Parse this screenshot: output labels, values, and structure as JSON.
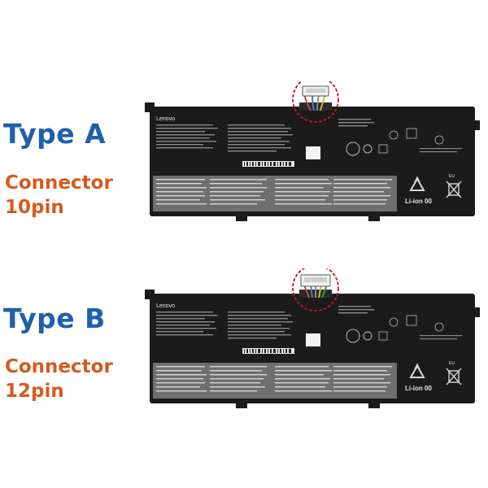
{
  "variants": [
    {
      "type_label": "Type A",
      "connector_label": "Connector",
      "pin_label": "10pin",
      "brand": "Lenovo",
      "chemistry": "Li-ion 00",
      "region_mark": "EU"
    },
    {
      "type_label": "Type B",
      "connector_label": "Connector",
      "pin_label": "12pin",
      "brand": "Lenovo",
      "chemistry": "Li-ion 00",
      "region_mark": "EU"
    }
  ],
  "colors": {
    "type_label": "#1f5fae",
    "connector_label": "#d55a1e",
    "battery_body": "#1b1b1b",
    "highlight_circle": "#c8102e"
  },
  "icons": [
    "recycle-icon",
    "crossed-bin-icon",
    "connector-cable-icon"
  ]
}
